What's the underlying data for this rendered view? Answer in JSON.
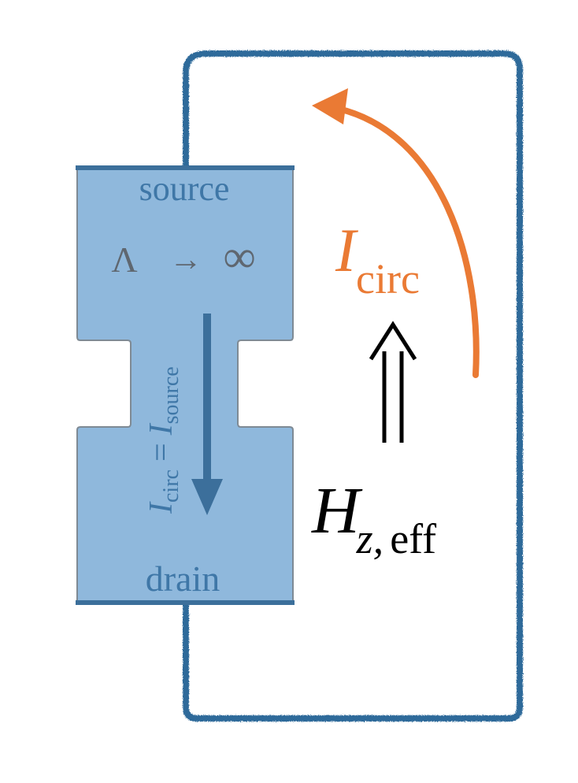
{
  "colors": {
    "loop": "#2f6b9a",
    "device_fill": "#8fb8dc",
    "device_stroke": "#6f7f8d",
    "device_text": "#3f77a7",
    "arrow_down": "#3c6f9b",
    "circ_arrow": "#ea7a34",
    "black": "#000000",
    "limit_text": "#5f6770"
  },
  "device": {
    "source_label": "source",
    "drain_label": "drain",
    "limit": {
      "lambda": "Λ",
      "arrow": "→",
      "infinity": "∞"
    },
    "current_relation": {
      "lhs_symbol": "I",
      "lhs_sub": "circ",
      "equals": "=",
      "rhs_symbol": "I",
      "rhs_sub": "source"
    }
  },
  "circulating_current": {
    "symbol": "I",
    "subscript": "circ"
  },
  "field": {
    "arrow_glyph": "⇑",
    "symbol": "H",
    "subscript_z": "z,",
    "subscript_eff": "eff"
  }
}
